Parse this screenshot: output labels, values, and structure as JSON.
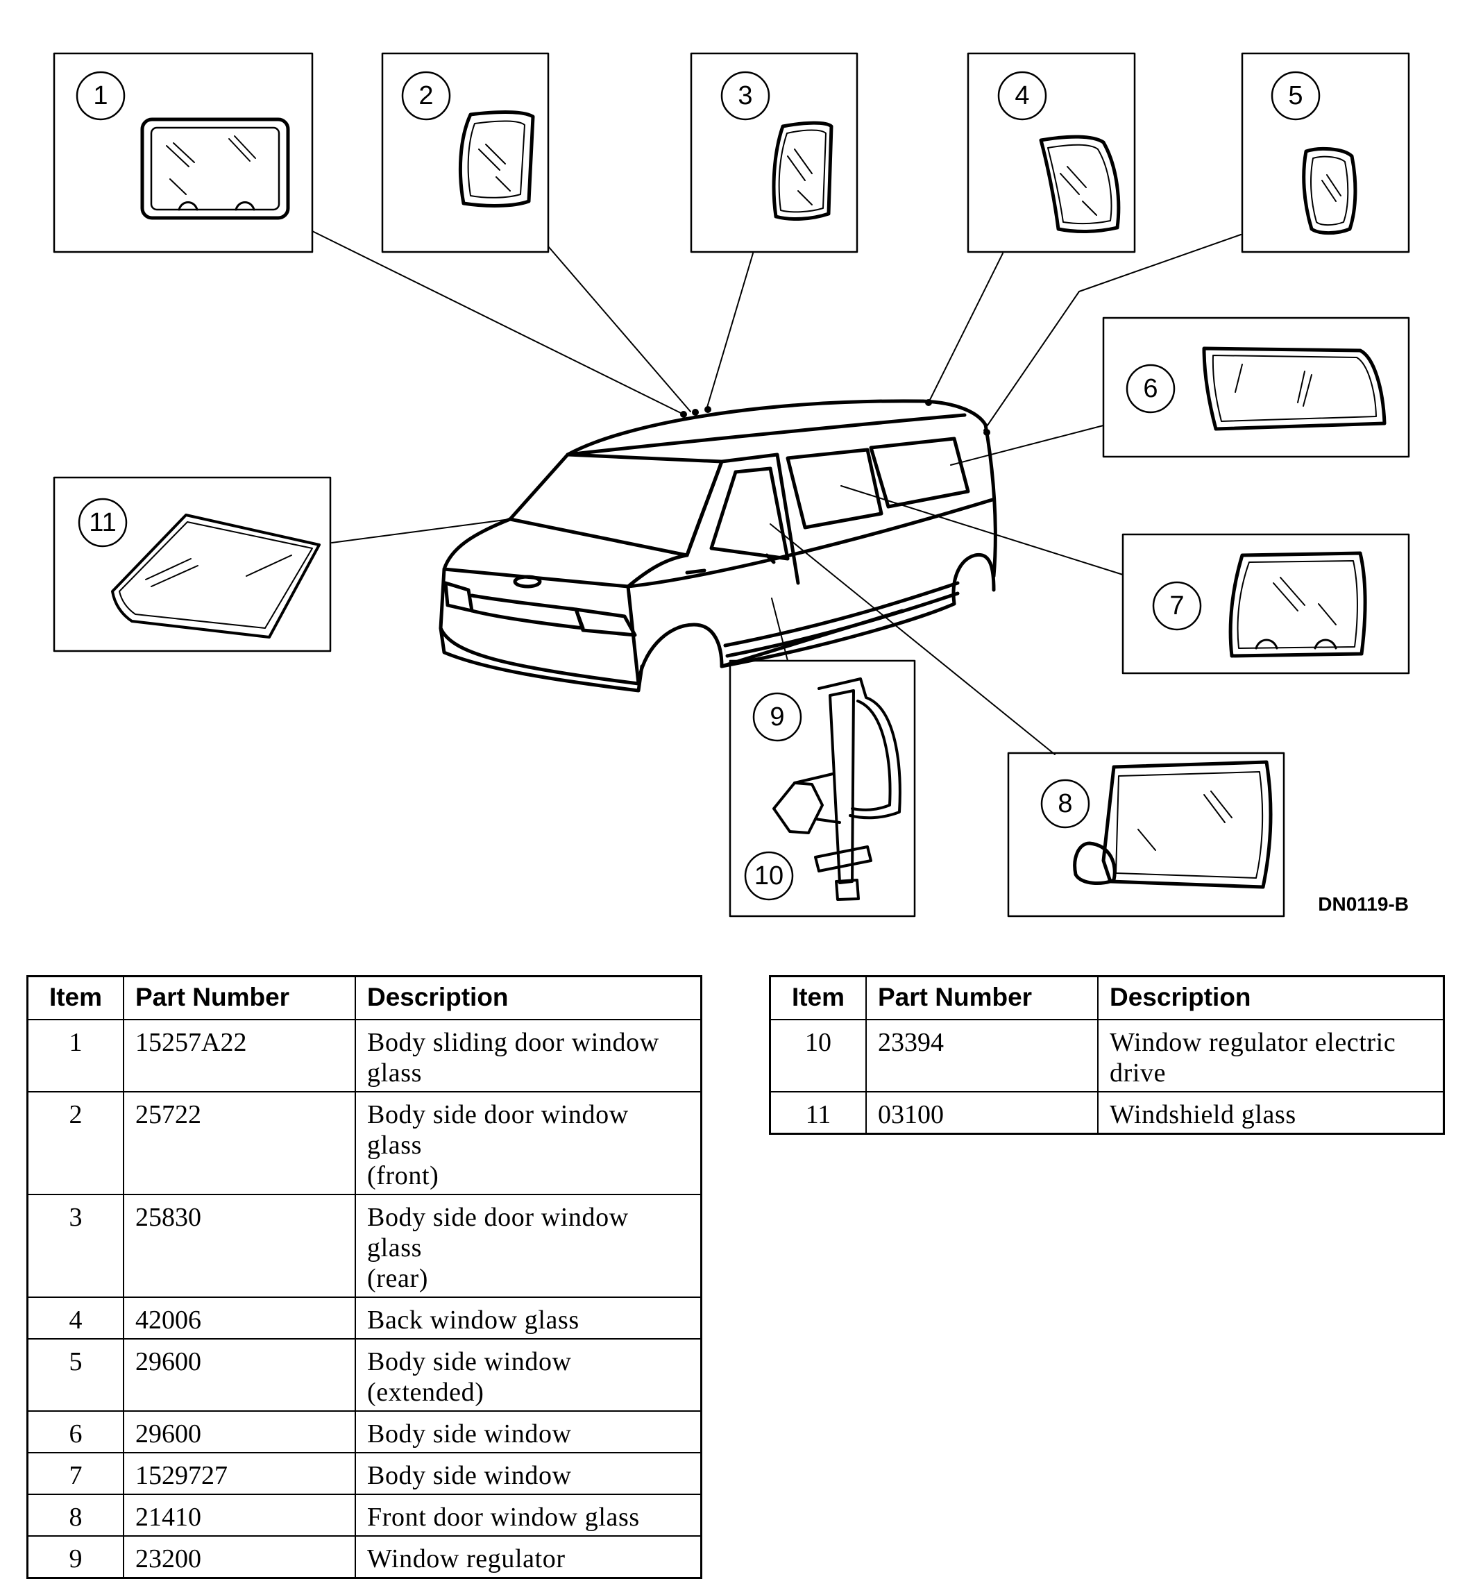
{
  "figure_id": "DN0119-B",
  "callouts": [
    "1",
    "2",
    "3",
    "4",
    "5",
    "6",
    "7",
    "8",
    "9",
    "10",
    "11"
  ],
  "table": {
    "headers": {
      "item": "Item",
      "part_number": "Part Number",
      "description": "Description"
    },
    "left_rows": [
      {
        "item": "1",
        "part": "15257A22",
        "desc_lines": [
          "Body sliding door window",
          "glass"
        ]
      },
      {
        "item": "2",
        "part": "25722",
        "desc_lines": [
          "Body side door window glass",
          "(front)"
        ]
      },
      {
        "item": "3",
        "part": "25830",
        "desc_lines": [
          "Body side door window glass",
          "(rear)"
        ]
      },
      {
        "item": "4",
        "part": "42006",
        "desc_lines": [
          "Back window glass"
        ]
      },
      {
        "item": "5",
        "part": "29600",
        "desc_lines": [
          "Body side window (extended)"
        ]
      },
      {
        "item": "6",
        "part": "29600",
        "desc_lines": [
          "Body side window"
        ]
      },
      {
        "item": "7",
        "part": "1529727",
        "desc_lines": [
          "Body side window"
        ]
      },
      {
        "item": "8",
        "part": "21410",
        "desc_lines": [
          "Front door window glass"
        ]
      },
      {
        "item": "9",
        "part": "23200",
        "desc_lines": [
          "Window regulator"
        ]
      }
    ],
    "right_rows": [
      {
        "item": "10",
        "part": "23394",
        "desc_lines": [
          "Window regulator electric",
          "drive"
        ]
      },
      {
        "item": "11",
        "part": "03100",
        "desc_lines": [
          "Windshield glass"
        ]
      }
    ]
  }
}
